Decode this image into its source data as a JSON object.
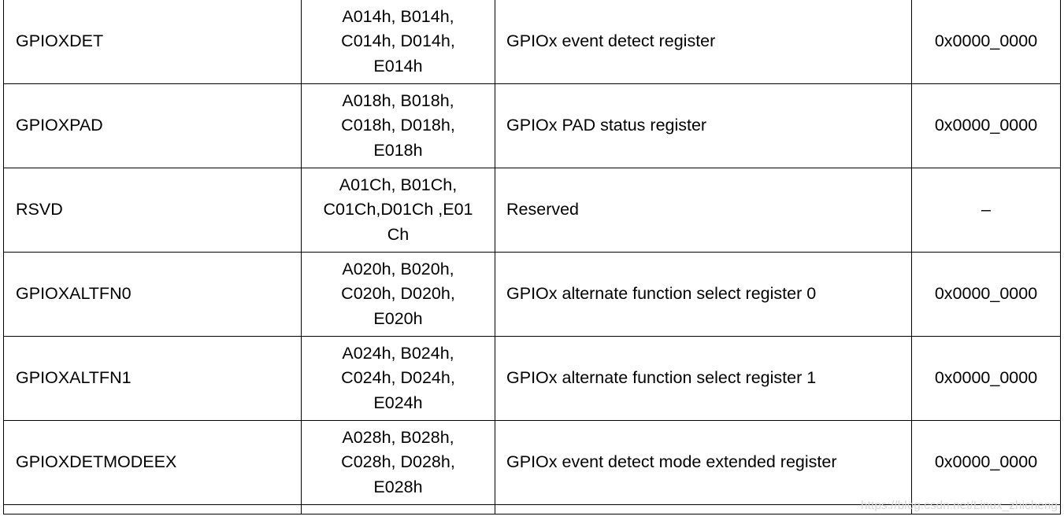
{
  "registers": [
    {
      "name": "GPIOXDET",
      "address_lines": [
        "A014h, B014h,",
        "C014h, D014h,",
        "E014h"
      ],
      "description": "GPIOx event detect register",
      "reset": "0x0000_0000"
    },
    {
      "name": "GPIOXPAD",
      "address_lines": [
        "A018h, B018h,",
        "C018h, D018h,",
        "E018h"
      ],
      "description": "GPIOx PAD status register",
      "reset": "0x0000_0000"
    },
    {
      "name": "RSVD",
      "address_lines": [
        "A01Ch, B01Ch,",
        "C01Ch,D01Ch ,E01",
        "Ch"
      ],
      "description": "Reserved",
      "reset": "–"
    },
    {
      "name": "GPIOXALTFN0",
      "address_lines": [
        "A020h, B020h,",
        "C020h, D020h,",
        "E020h"
      ],
      "description": "GPIOx alternate function select register 0",
      "reset": "0x0000_0000"
    },
    {
      "name": "GPIOXALTFN1",
      "address_lines": [
        "A024h, B024h,",
        "C024h, D024h,",
        "E024h"
      ],
      "description": "GPIOx alternate function select register 1",
      "reset": "0x0000_0000"
    },
    {
      "name": "GPIOXDETMODEEX",
      "address_lines": [
        "A028h, B028h,",
        "C028h, D028h,",
        "E028h"
      ],
      "description": "GPIOx event detect mode extended register",
      "reset": "0x0000_0000"
    }
  ],
  "watermark": "https://blog.csdn.net/Linux_zhicheng"
}
